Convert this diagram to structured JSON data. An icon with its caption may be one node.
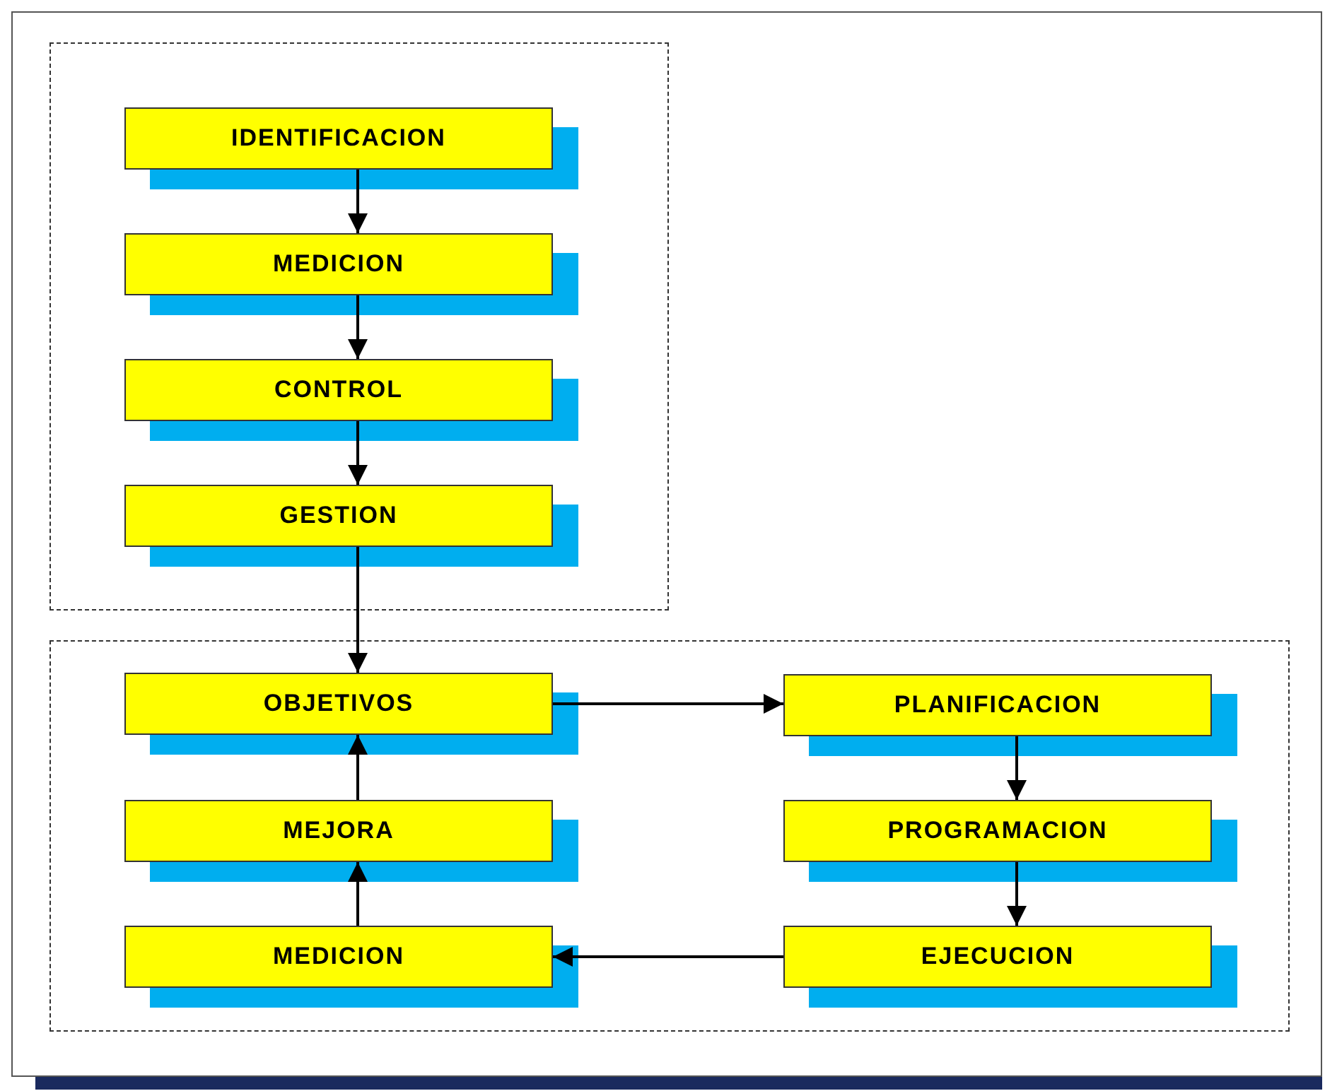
{
  "diagram": {
    "nodes": [
      {
        "text": [],
        "shape": "box"
      },
      {
        "text": [
          "IDENTIFICACION"
        ],
        "in": 0
      },
      {
        "text": [
          "MEDICION"
        ],
        "in": 0
      },
      {
        "text": [
          "CONTROL"
        ],
        "in": 0
      },
      {
        "text": [
          "GESTION"
        ],
        "in": 0
      },
      {
        "text": [],
        "shape": "box"
      },
      {
        "text": [
          "OBJETIVOS"
        ],
        "in": 5
      },
      {
        "text": [
          "MEJORA"
        ],
        "in": 5
      },
      {
        "text": [
          "MEDICION"
        ],
        "in": 5
      },
      {
        "text": [
          "PLANIFICACION"
        ],
        "in": 5
      },
      {
        "text": [
          "PROGRAMACION"
        ],
        "in": 5
      },
      {
        "text": [
          "EJECUCION"
        ],
        "in": 5
      }
    ],
    "edges": [
      {
        "from": 1,
        "to": 2,
        "arrow": "to"
      },
      {
        "from": 2,
        "to": 3,
        "arrow": "to"
      },
      {
        "from": 3,
        "to": 4,
        "arrow": "to"
      },
      {
        "from": 4,
        "to": 6,
        "arrow": "to"
      },
      {
        "from": 6,
        "to": 9,
        "arrow": "to"
      },
      {
        "from": 9,
        "to": 10,
        "arrow": "to"
      },
      {
        "from": 10,
        "to": 11,
        "arrow": "to"
      },
      {
        "from": 11,
        "to": 8,
        "arrow": "to"
      },
      {
        "from": 8,
        "to": 7,
        "arrow": "to"
      },
      {
        "from": 7,
        "to": 6,
        "arrow": "to"
      }
    ]
  }
}
